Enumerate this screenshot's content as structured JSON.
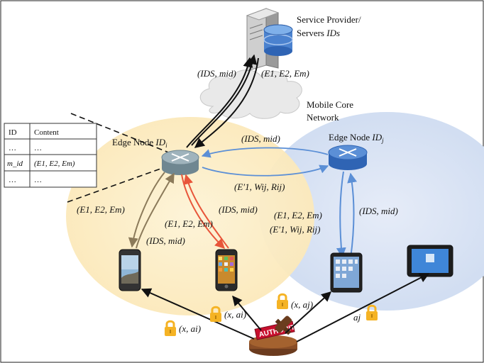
{
  "service_provider": {
    "line1": "Service Provider/",
    "line2_prefix": "Servers ",
    "line2_italic": "IDs"
  },
  "core_network": {
    "line1": "Mobile Core",
    "line2": "Network"
  },
  "edge_nodes": {
    "left": {
      "prefix": "Edge Node ",
      "italic": "ID",
      "sub": "i"
    },
    "right": {
      "prefix": "Edge Node ",
      "italic": "ID",
      "sub": "j"
    }
  },
  "table": {
    "headers": [
      "ID",
      "Content"
    ],
    "rows": [
      [
        "…",
        "…"
      ],
      [
        "m_id",
        "(E1, E2, Em)"
      ],
      [
        "…",
        "…"
      ]
    ]
  },
  "labels": {
    "to_server": "(IDS, mid)",
    "from_server": "(E1, E2, Em)",
    "edge_to_edge_top": "(IDS, mid)",
    "edge_to_edge_bottom": "(E′1, Wij, Rij)",
    "left_phone1_up": "(E1, E2, Em)",
    "left_phone1_down": "(IDS, mid)",
    "left_phone2_up": "(E1, E2, Em)",
    "left_phone2_down": "(IDS, mid)",
    "right_up_1": "(E1, E2, Em)",
    "right_up_2": "(E′1, Wij, Rij)",
    "right_down": "(IDS, mid)",
    "auth_phone1": "(x, ai)",
    "auth_phone2": "(x, ai)",
    "auth_tablet": "(x, aj)",
    "auth_ipad": "aj"
  },
  "authority": {
    "text": "AUTHORITY"
  },
  "colors": {
    "left_region": "#fcefc9",
    "right_region": "#dce5f5",
    "cloud": "#e9e9e9",
    "router_left": "#8ea3ad",
    "router_right": "#4a80cf",
    "arrow_blue": "#5b8fd6",
    "arrow_brown": "#8b7a5a",
    "arrow_red": "#e8553a",
    "lock": "#f5b324"
  }
}
